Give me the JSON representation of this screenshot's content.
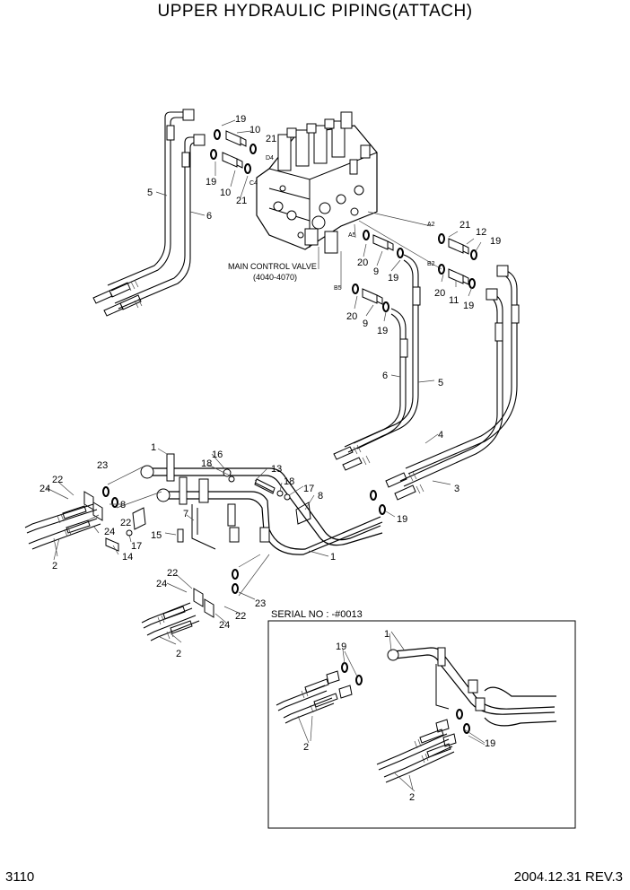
{
  "header": {
    "title": "UPPER HYDRAULIC PIPING(ATTACH)"
  },
  "footer": {
    "page_number": "3110",
    "date_rev": "2004.12.31  REV.3"
  },
  "valve": {
    "name": "MAIN CONTROL VALVE",
    "range": "(4040-4070)",
    "ports": {
      "d4": "D4",
      "c4": "C4",
      "a2": "A2",
      "a5": "A5",
      "b2": "B2",
      "b5": "B5"
    }
  },
  "inset": {
    "serial_label": "SERIAL NO : -#0013"
  },
  "callouts": {
    "c19a": "19",
    "c10a": "10",
    "c21a": "21",
    "c19b": "19",
    "c10b": "10",
    "c21b": "21",
    "c5a": "5",
    "c6a": "6",
    "c21c": "21",
    "c12": "12",
    "c19c": "19",
    "c20a": "20",
    "c9a": "9",
    "c19d": "19",
    "c20b": "20",
    "c11": "11",
    "c19e": "19",
    "c20c": "20",
    "c9b": "9",
    "c19f": "19",
    "c6b": "6",
    "c5b": "5",
    "c4": "4",
    "c3": "3",
    "c1a": "1",
    "c16": "16",
    "c18a": "18",
    "c13": "13",
    "c18b": "18",
    "c17a": "17",
    "c8a": "8",
    "c23a": "23",
    "c22a": "22",
    "c24a": "24",
    "c8b": "8",
    "c22b": "22",
    "c24b": "24",
    "c7": "7",
    "c15": "15",
    "c17b": "17",
    "c14": "14",
    "c2a": "2",
    "c1b": "1",
    "c19g": "19",
    "c22c": "22",
    "c24c": "24",
    "c23b": "23",
    "c22d": "22",
    "c24d": "24",
    "c2b": "2",
    "c1c": "1",
    "c19h": "19",
    "c2c": "2",
    "c19i": "19",
    "c2d": "2"
  }
}
